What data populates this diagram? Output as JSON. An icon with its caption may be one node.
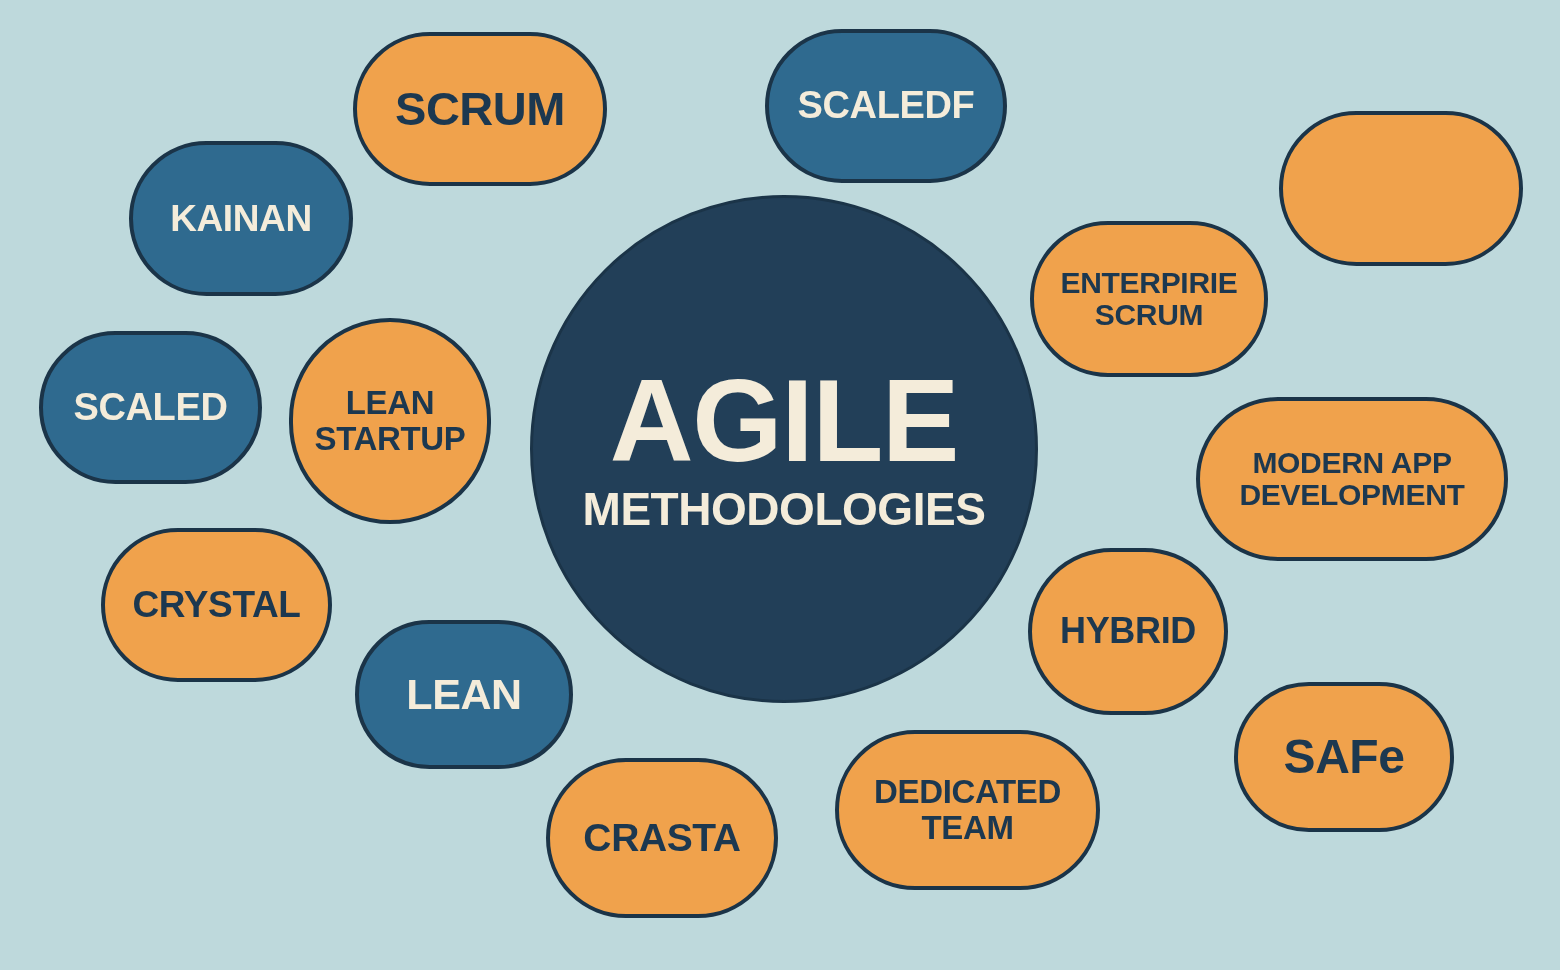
{
  "diagram": {
    "nodes": [
      {
        "text": [
          "AGILE",
          "METHODOLOGIES"
        ]
      },
      {
        "text": [
          "SCALEDF"
        ]
      },
      {
        "text": [
          "SCRUM"
        ]
      },
      {
        "text": [],
        "shape": "pill"
      },
      {
        "text": [
          "KAINAN"
        ]
      },
      {
        "text": [
          "ENTERPIRIE SCRUM"
        ]
      },
      {
        "text": [
          "LEAN STARTUP"
        ]
      },
      {
        "text": [
          "SCALED"
        ]
      },
      {
        "text": [
          "MODERN APP DEVELOPMENT"
        ]
      },
      {
        "text": [
          "CRYSTAL"
        ]
      },
      {
        "text": [
          "HYBRID"
        ]
      },
      {
        "text": [
          "LEAN"
        ]
      },
      {
        "text": [
          "SAFe"
        ]
      },
      {
        "text": [
          "DEDICATED TEAM"
        ]
      },
      {
        "text": [
          "CRASTA"
        ]
      }
    ]
  }
}
